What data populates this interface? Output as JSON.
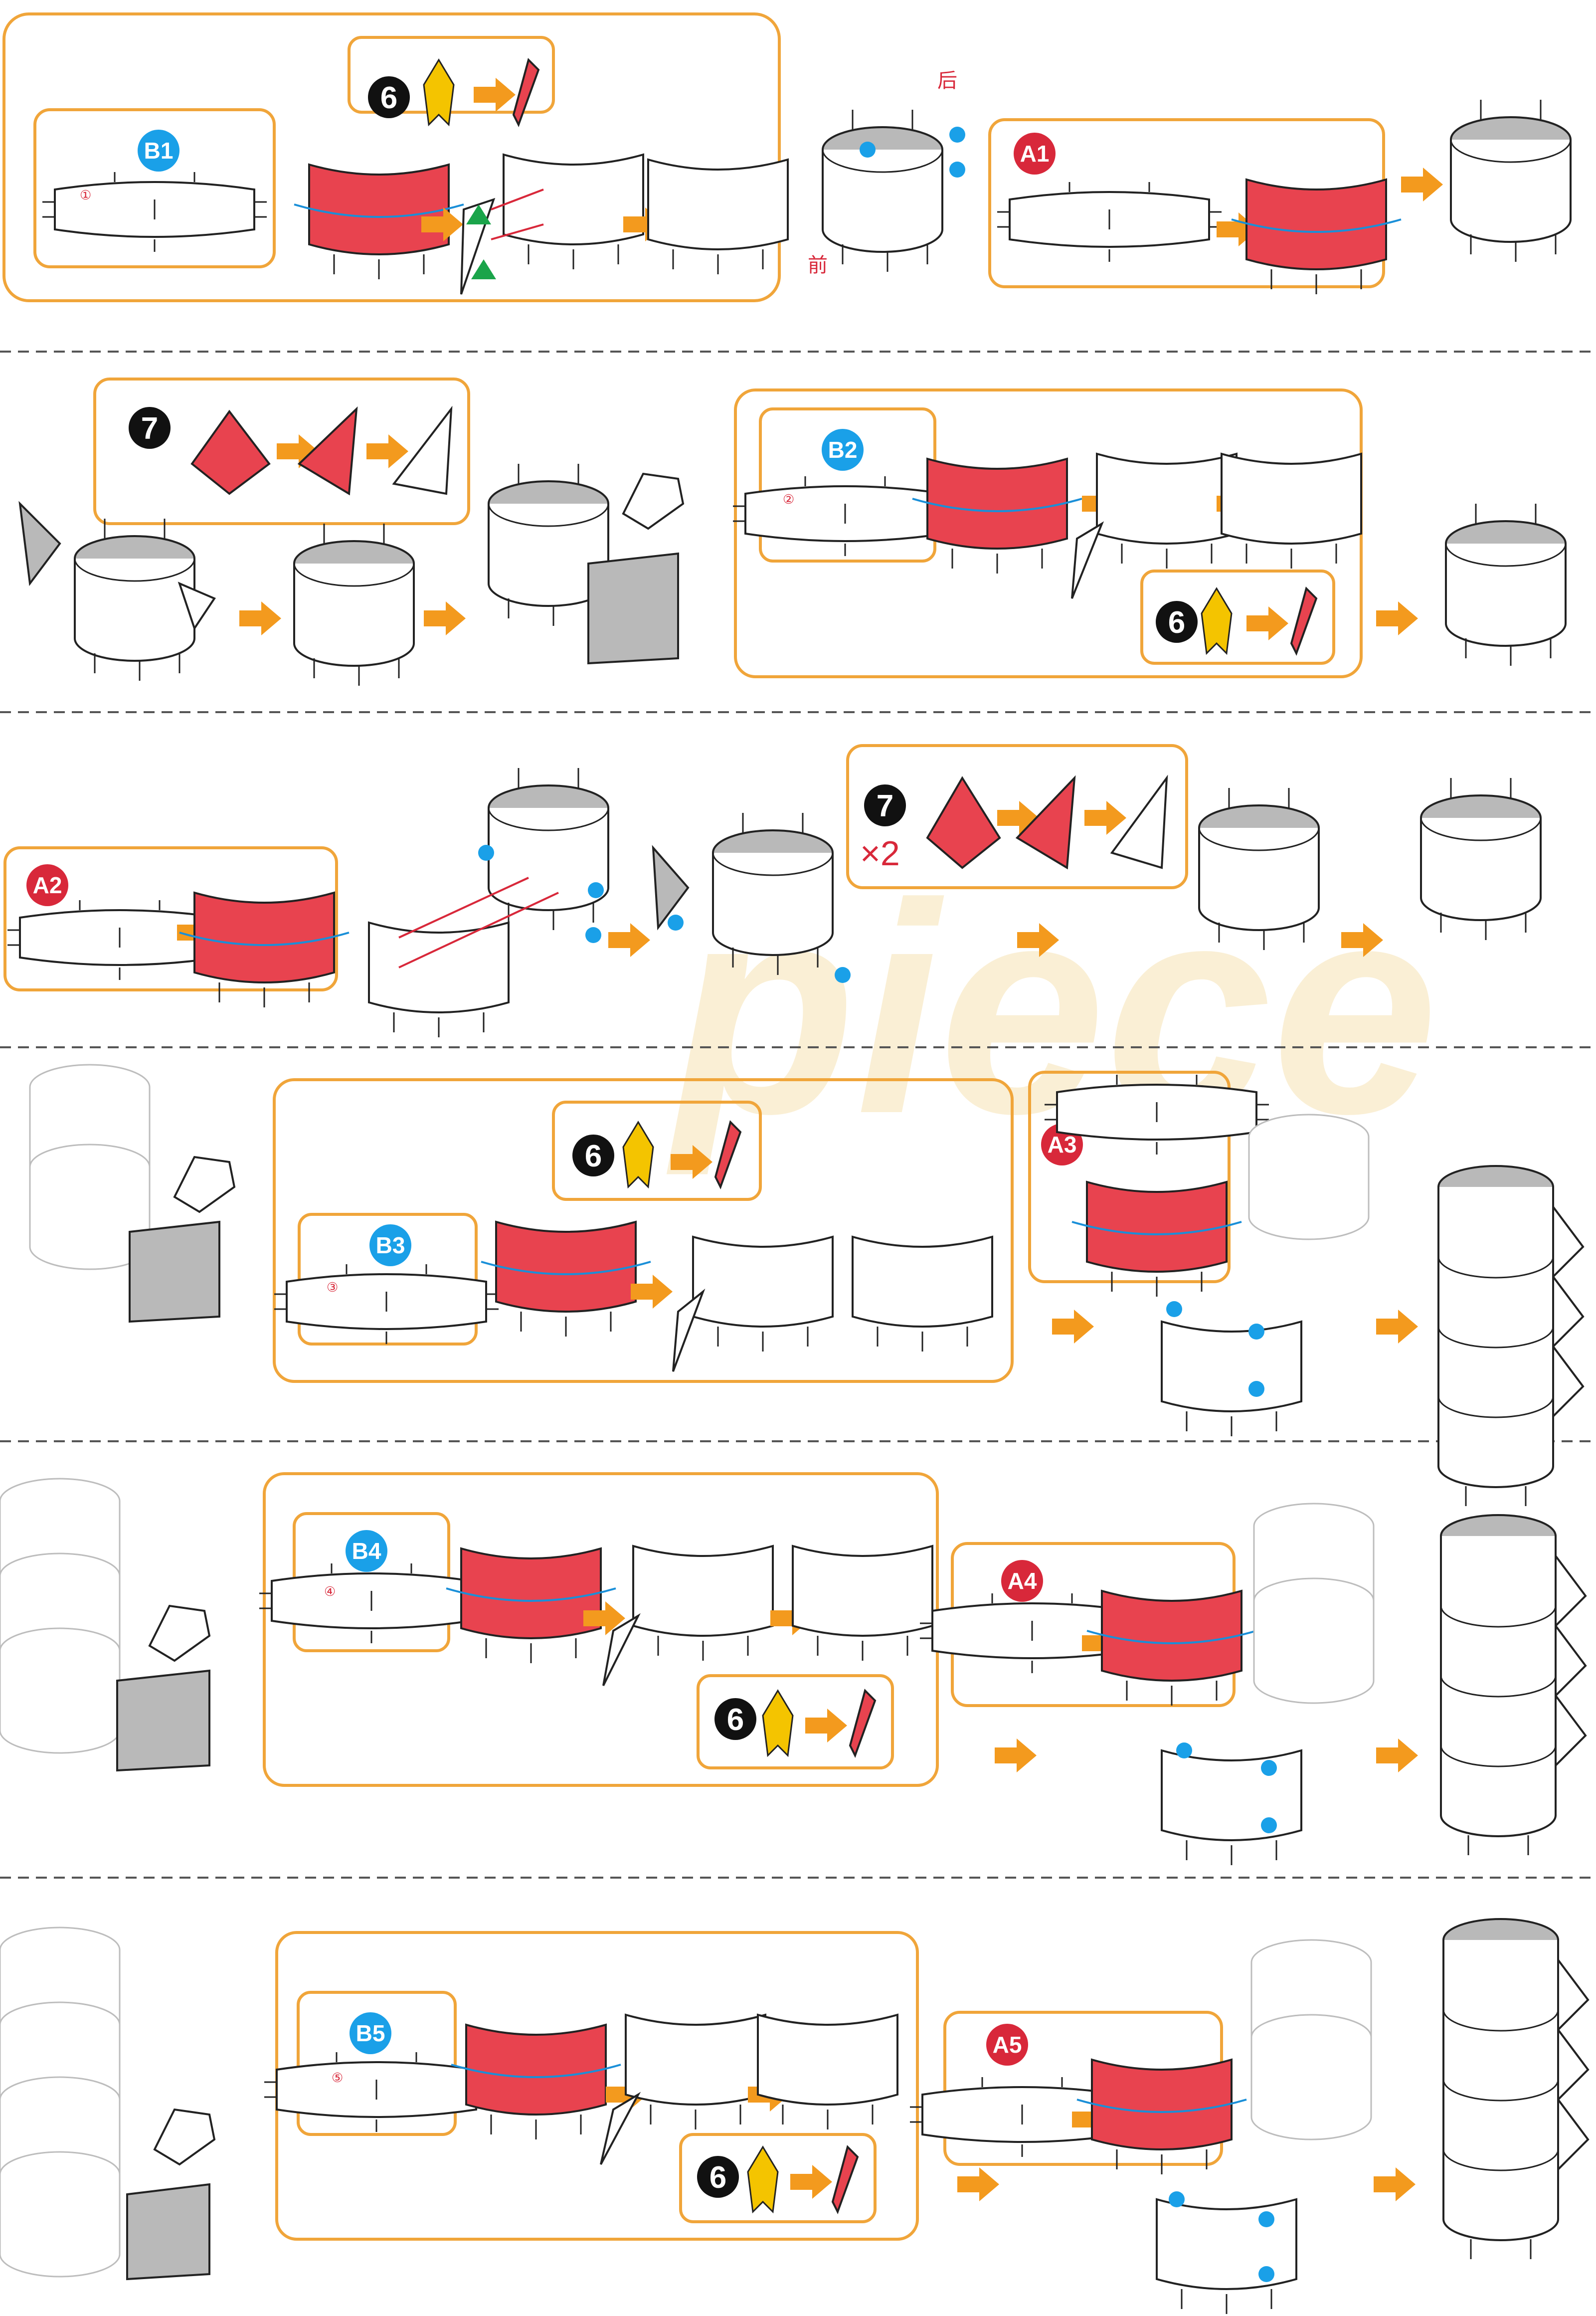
{
  "labels": {
    "back": "后",
    "front": "前",
    "times_two": "×2",
    "watermark": "piece"
  },
  "badges": {
    "b1": "B1",
    "a1": "A1",
    "b2": "B2",
    "a2": "A2",
    "b3": "B3",
    "a3": "A3",
    "b4": "B4",
    "a4": "A4",
    "b5": "B5",
    "a5": "A5"
  },
  "steps": {
    "six": "6",
    "seven": "7"
  },
  "part_numbers": [
    "①",
    "②",
    "③",
    "④",
    "⑤"
  ],
  "colors": {
    "box_border": "#f0a53a",
    "arrow": "#f39a1e",
    "part_red": "#e8434f",
    "badge_blue": "#1aa0e8",
    "badge_red": "#d8283a",
    "marker_green": "#1aa44a",
    "part_yellow": "#f4c400"
  }
}
